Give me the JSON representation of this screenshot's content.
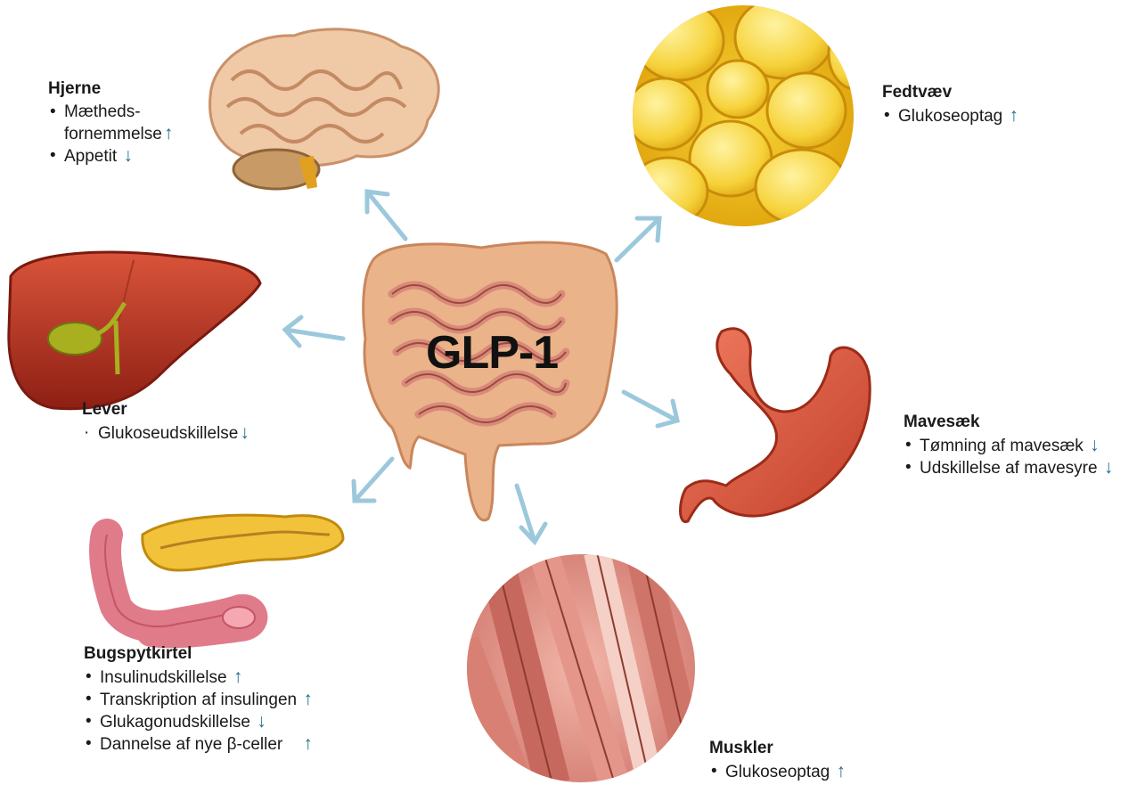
{
  "center": {
    "title": "GLP-1"
  },
  "colors": {
    "arrow": "#9cc8dc",
    "up_arrow": "#1f6f8b",
    "down_arrow": "#1f6f8b"
  },
  "organs": {
    "brain": {
      "title": "Hjerne",
      "items": [
        {
          "line1": "Mætheds-",
          "line2": "fornemmelse",
          "arrow": "↑"
        },
        {
          "text": "Appetit",
          "arrow": "↓"
        }
      ]
    },
    "fat": {
      "title": "Fedtvæv",
      "items": [
        {
          "text": "Glukoseoptag",
          "arrow": "↑"
        }
      ]
    },
    "liver": {
      "title": "Lever",
      "items": [
        {
          "text": "Glukoseudskillelse",
          "arrow": "↓"
        }
      ]
    },
    "stomach": {
      "title": "Mavesæk",
      "items": [
        {
          "text": "Tømning af mavesæk",
          "arrow": "↓"
        },
        {
          "text": "Udskillelse af mavesyre",
          "arrow": "↓"
        }
      ]
    },
    "pancreas": {
      "title": "Bugspytkirtel",
      "items": [
        {
          "text": "Insulinudskillelse",
          "arrow": "↑"
        },
        {
          "text": "Transkription af insulingen",
          "arrow": "↑"
        },
        {
          "text": "Glukagonudskillelse",
          "arrow": "↓"
        },
        {
          "text": "Dannelse af nye β-celler",
          "arrow": "↑"
        }
      ]
    },
    "muscle": {
      "title": "Muskler",
      "items": [
        {
          "text": "Glukoseoptag",
          "arrow": "↑"
        }
      ]
    }
  }
}
